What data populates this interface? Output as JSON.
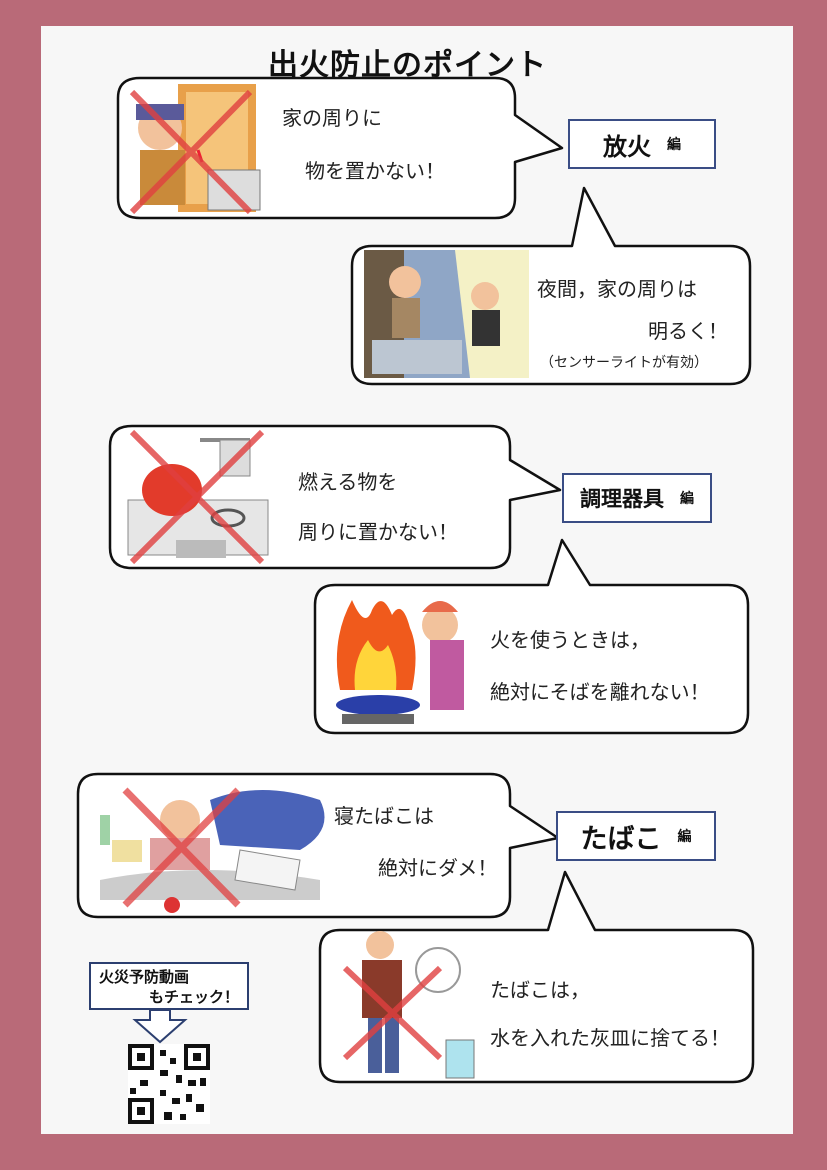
{
  "title": "出火防止のポイント",
  "sections": {
    "arson": {
      "label": "放火",
      "suffix": "編",
      "tip1": {
        "line1": "家の周りに",
        "line2": "物を置かない！"
      },
      "tip2": {
        "line1": "夜間，家の周りは",
        "line2": "明るく！",
        "note": "（センサーライトが有効）"
      }
    },
    "cooking": {
      "label": "調理器具",
      "suffix": "編",
      "tip1": {
        "line1": "燃える物を",
        "line2": "周りに置かない！"
      },
      "tip2": {
        "line1": "火を使うときは，",
        "line2": "絶対にそばを離れない！"
      }
    },
    "tobacco": {
      "label": "たばこ",
      "suffix": "編",
      "tip1": {
        "line1": "寝たばこは",
        "line2": "絶対にダメ！"
      },
      "tip2": {
        "line1": "たばこは，",
        "line2": "水を入れた灰皿に捨てる！"
      }
    }
  },
  "video_callout": {
    "line1": "火災予防動画",
    "line2": "もチェック！"
  },
  "colors": {
    "frame": "#b96a78",
    "label_border": "#3a4d85",
    "cross": "#e04040"
  }
}
